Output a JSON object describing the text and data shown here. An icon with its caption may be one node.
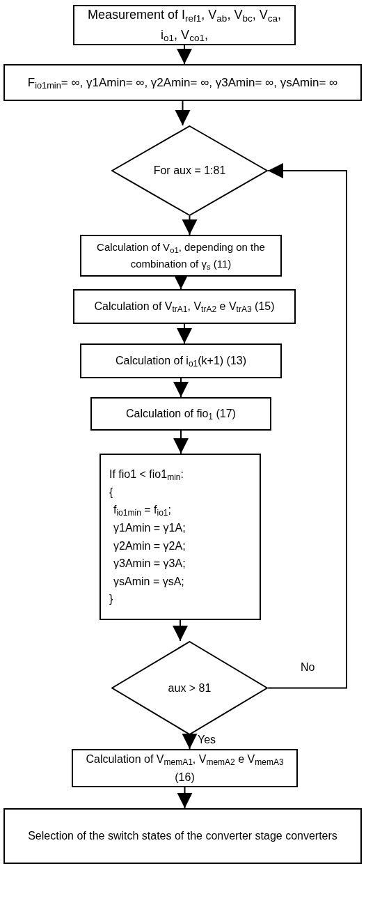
{
  "diagram": {
    "nodes": [
      {
        "text": [
          "Measurement of I$_{ref1}$, V$_{ab}$, V$_{bc}$, V$_{ca}$, i$_{o1}$, V$_{co1}$,"
        ]
      },
      {
        "text": [
          "F$_{io1min}$= ∞, γ1Amin= ∞, γ2Amin= ∞, γ3Amin= ∞, γsAmin= ∞"
        ]
      },
      {
        "text": [
          "For aux = 1:81"
        ]
      },
      {
        "text": [
          "Calculation of V$_{o1}$, depending on the combination of γ$_{s}$ (11)"
        ]
      },
      {
        "text": [
          "Calculation of V$_{trA1}$, V$_{trA2}$ e V$_{trA3}$ (15)"
        ]
      },
      {
        "text": [
          "Calculation of i$_{o1}$(k+1) (13)"
        ]
      },
      {
        "text": [
          "Calculation of fio$_{1}$ (17)"
        ]
      },
      {
        "text": [
          "If fio1 < fio1$_{min}$:",
          "{",
          "f$_{io1min}$ = f$_{io1}$;",
          "γ1Amin = γ1A;",
          "γ2Amin = γ2A;",
          "γ3Amin = γ3A;",
          "γsAmin = γsA;",
          "}"
        ]
      },
      {
        "text": [
          "aux > 81"
        ]
      },
      {
        "text": [
          "Calculation of V$_{memA1}$, V$_{memA2}$ e V$_{memA3}$ (16)"
        ]
      },
      {
        "text": [
          "Selection of the switch states of the converter stage converters"
        ]
      }
    ],
    "edges": [
      {
        "from": 0,
        "to": 1,
        "arrow": "to"
      },
      {
        "from": 1,
        "to": 2,
        "arrow": "to"
      },
      {
        "from": 2,
        "to": 3,
        "arrow": "to"
      },
      {
        "from": 3,
        "to": 4,
        "arrow": "to"
      },
      {
        "from": 4,
        "to": 5,
        "arrow": "to"
      },
      {
        "from": 5,
        "to": 6,
        "arrow": "to"
      },
      {
        "from": 6,
        "to": 7,
        "arrow": "to"
      },
      {
        "from": 7,
        "to": 8,
        "arrow": "to"
      },
      {
        "from": 8,
        "to": 9,
        "arrow": "to",
        "label": "Yes"
      },
      {
        "from": 9,
        "to": 10,
        "arrow": "to"
      },
      {
        "from": 8,
        "to": 2,
        "arrow": "to",
        "label": "No"
      }
    ]
  }
}
